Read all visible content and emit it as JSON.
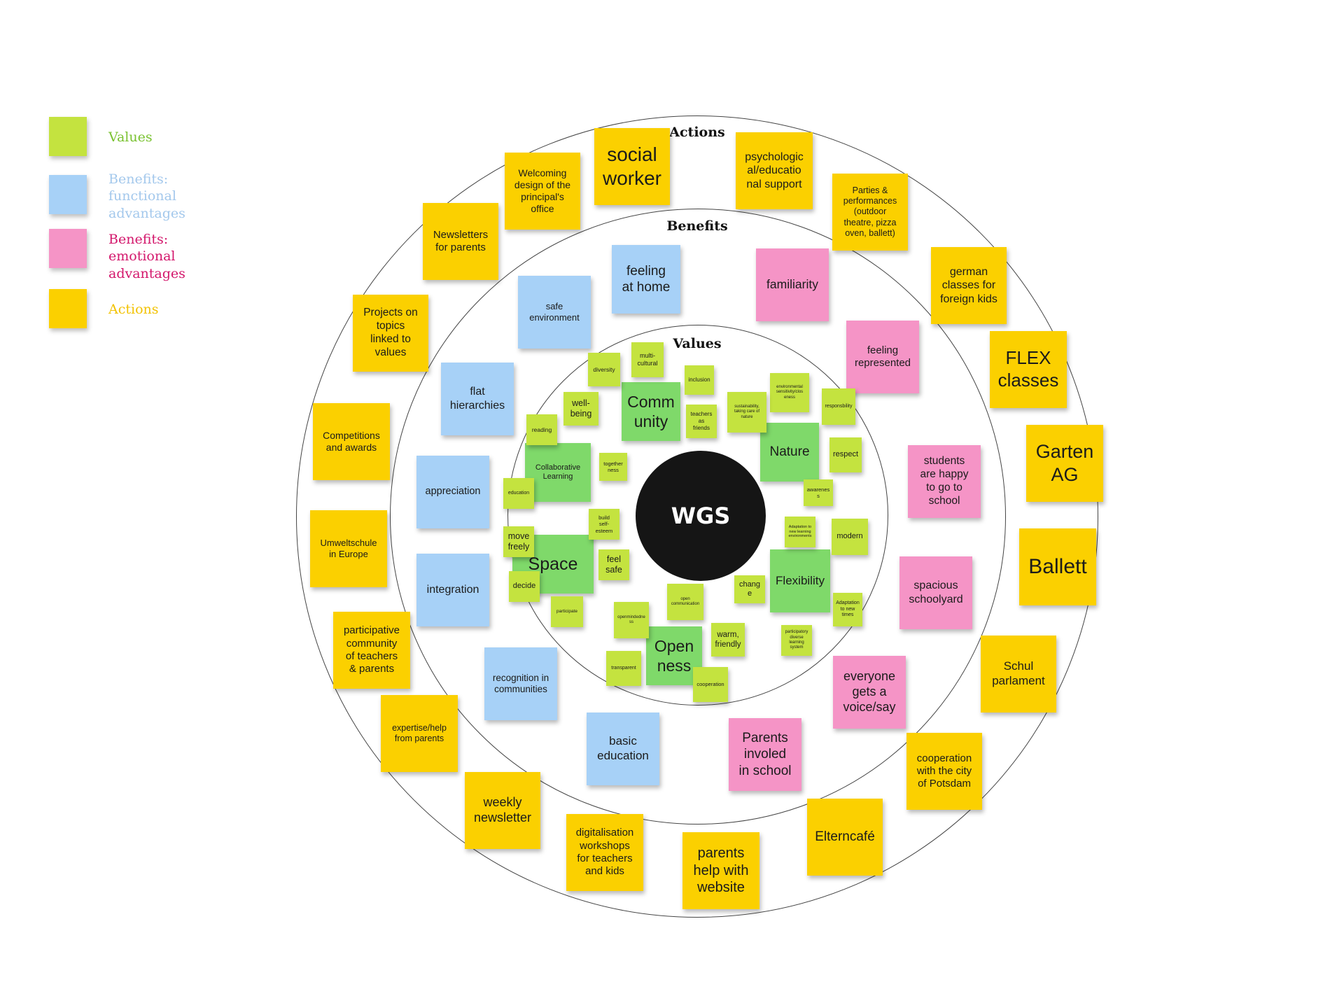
{
  "colors": {
    "values": "#c4e33f",
    "values_core": "#7fd96a",
    "benefits_functional": "#a7d1f7",
    "benefits_emotional": "#f594c6",
    "actions": "#fbd000"
  },
  "legend": {
    "values": {
      "label": "Values",
      "text_color": "#7ac231"
    },
    "benefits_functional": {
      "label": "Benefits:\nfunctional\nadvantages",
      "text_color": "#a3c8ec"
    },
    "benefits_emotional": {
      "label": "Benefits:\nemotional\nadvantages",
      "text_color": "#d3166b"
    },
    "actions": {
      "label": "Actions",
      "text_color": "#f2c200"
    }
  },
  "rings": {
    "outer_label": "Actions",
    "middle_label": "Benefits",
    "inner_label": "Values"
  },
  "center_label": "WGS",
  "notes": {
    "actions": [
      "social\nworker",
      "psychologic\nal/educatio\nnal support",
      "Welcoming\ndesign of the\nprincipal's\noffice",
      "Parties &\nperformances\n(outdoor\ntheatre, pizza\noven, ballett)",
      "Newsletters\nfor parents",
      "german\nclasses for\nforeign kids",
      "Projects  on\ntopics\nlinked to\nvalues",
      "FLEX\nclasses",
      "Competitions\nand awards",
      "Garten\nAG",
      "Umweltschule\nin Europe",
      "Ballett",
      "participative\ncommunity\nof teachers\n& parents",
      "Schul\nparlament",
      "expertise/help\nfrom parents",
      "cooperation\nwith the city\nof Potsdam",
      "weekly\nnewsletter",
      "digitalisation\nworkshops\nfor teachers\nand kids",
      "parents\nhelp with\nwebsite",
      "Elterncafé"
    ],
    "benefits_functional": [
      "feeling\nat home",
      "safe\nenvironment",
      "flat\nhierarchies",
      "appreciation",
      "integration",
      "recognition in\ncommunities",
      "basic\neducation"
    ],
    "benefits_emotional": [
      "familiarity",
      "feeling\nrepresented",
      "students\nare happy\nto go to\nschool",
      "spacious\nschoolyard",
      "everyone\ngets a\nvoice/say",
      "Parents\ninvoled\nin school"
    ],
    "values_core": [
      "Comm\nunity",
      "Nature",
      "Collaborative\nLearning",
      "Space",
      "Flexibility",
      "Open\nness"
    ],
    "values_small": [
      "diversity",
      "multi-\ncultural",
      "inclusion",
      "environmental\nsensitivity/clos\neness",
      "well-\nbeing",
      "teachers\nas\nfriends",
      "sustainability,\ntaking care of\nnature",
      "responsbility",
      "reading",
      "together\nness",
      "respect",
      "education",
      "awareness",
      "build\nself-\nesteem",
      "Adaptation to\nnew learning\nenvironments",
      "move\nfreely",
      "modern",
      "feel\nsafe",
      "decide",
      "change",
      "open\ncommunication",
      "participate",
      "openmindedness",
      "Adaptation\nto new\ntimes",
      "warm,\nfriendly",
      "participatory\ndiverse\nlearning\nsystem",
      "transparent",
      "cooperation"
    ]
  }
}
